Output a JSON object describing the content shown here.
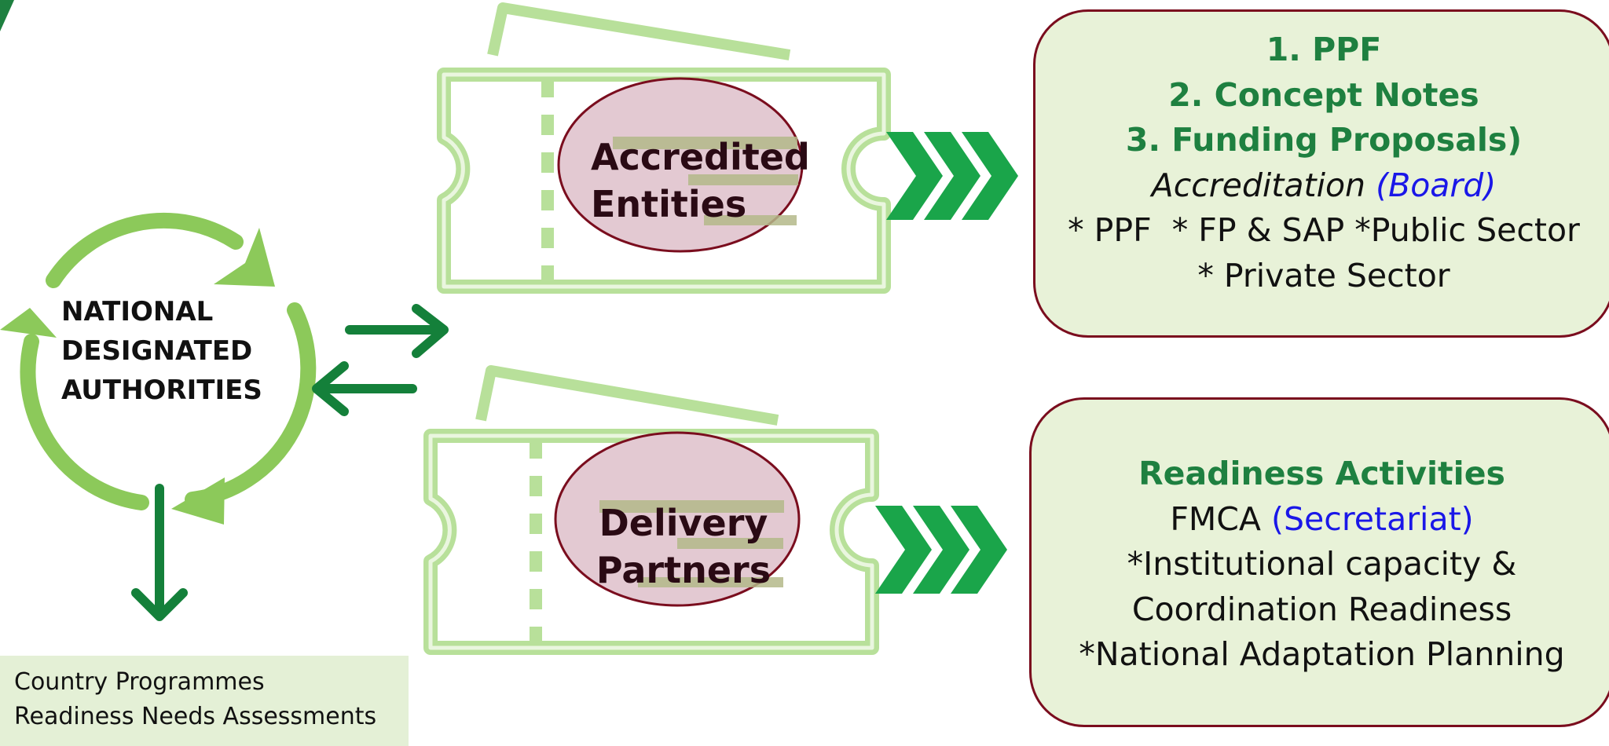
{
  "nda": {
    "line1": "NATIONAL",
    "line2": "DESIGNATED",
    "line3": "AUTHORITIES"
  },
  "accredited": {
    "line1": "Accredited",
    "line2": "Entities"
  },
  "delivery": {
    "line1": "Delivery",
    "line2": "Partners"
  },
  "box1": {
    "line1": "1. PPF",
    "line2": "2. Concept Notes",
    "line3": "3. Funding Proposals)",
    "line4_main": "Accreditation",
    "line4_paren": "(Board)",
    "line5": "* PPF  * FP & SAP *Public Sector",
    "line6": "* Private Sector"
  },
  "box2": {
    "line1": "Readiness Activities",
    "line2_main": "FMCA",
    "line2_paren": "(Secretariat)",
    "line3": "*Institutional capacity &",
    "line4": "Coordination Readiness",
    "line5": "*National Adaptation Planning"
  },
  "country": {
    "line1": "Country Programmes",
    "line2": "Readiness Needs Assessments"
  },
  "colors": {
    "cycle_green": "#8cc95a",
    "arrow_dark_green": "#14803a",
    "chevron_green": "#1aa54a",
    "ticket_outline": "#b8e09a",
    "oval_fill": "#e3c9d2",
    "oval_border": "#7a0d1e",
    "box_fill": "#e8f2d8",
    "title_green": "#1e8040",
    "paren_blue": "#1a17e8"
  }
}
